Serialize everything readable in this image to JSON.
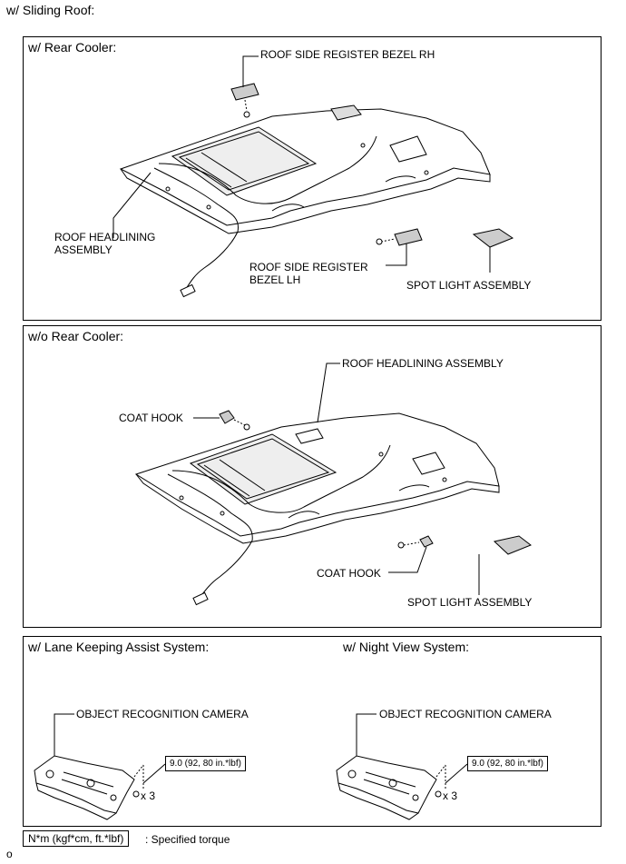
{
  "header": {
    "title": "w/ Sliding Roof:"
  },
  "panel_rear_cooler": {
    "title": "w/ Rear Cooler:",
    "label_register_rh": "ROOF SIDE REGISTER BEZEL RH",
    "label_headlining": "ROOF HEADLINING\nASSEMBLY",
    "label_register_lh": "ROOF SIDE REGISTER\nBEZEL LH",
    "label_spot_light": "SPOT LIGHT ASSEMBLY"
  },
  "panel_no_rear_cooler": {
    "title": "w/o Rear Cooler:",
    "label_headlining": "ROOF HEADLINING ASSEMBLY",
    "label_coat_hook_top": "COAT HOOK",
    "label_coat_hook_bottom": "COAT HOOK",
    "label_spot_light": "SPOT LIGHT ASSEMBLY"
  },
  "panel_camera": {
    "left_title": "w/ Lane Keeping Assist System:",
    "right_title": "w/ Night View System:",
    "left_camera_label": "OBJECT RECOGNITION CAMERA",
    "right_camera_label": "OBJECT RECOGNITION CAMERA",
    "left_torque": "9.0 (92, 80 in.*lbf)",
    "right_torque": "9.0 (92, 80 in.*lbf)",
    "left_qty": "x 3",
    "right_qty": "x 3"
  },
  "legend": {
    "unit_box": "N*m (kgf*cm, ft.*lbf)",
    "description": ": Specified torque"
  },
  "footer_mark": "o"
}
